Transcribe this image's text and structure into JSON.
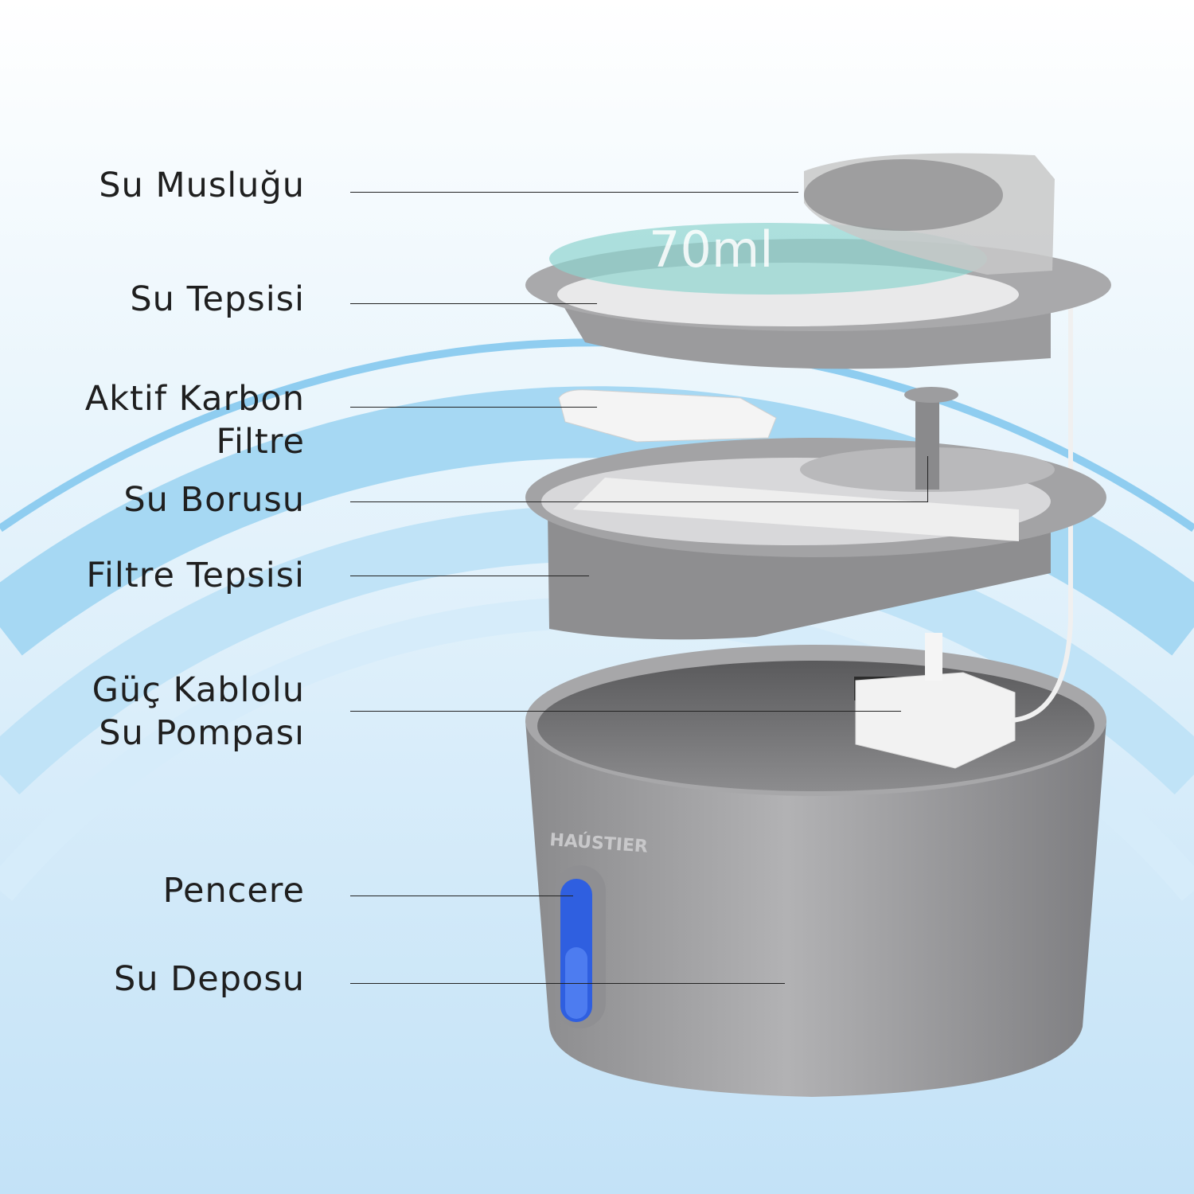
{
  "labels": {
    "spout": "Su Musluğu",
    "tray": "Su Tepsisi",
    "carbon_line1": "Aktif Karbon",
    "carbon_line2": "Filtre",
    "pipe": "Su Borusu",
    "filter_tray": "Filtre Tepsisi",
    "pump_line1": "Güç Kablolu",
    "pump_line2": "Su Pompası",
    "window": "Pencere",
    "tank": "Su Deposu"
  },
  "product": {
    "capacity_mark": "70ml",
    "brand": "HAÚSTIER"
  },
  "colors": {
    "background_top": "#ffffff",
    "background_bottom": "#bfe0f6",
    "arc": "#8ccdf0",
    "steel": "#9a9a9c",
    "window_blue": "#2f5fe0"
  }
}
